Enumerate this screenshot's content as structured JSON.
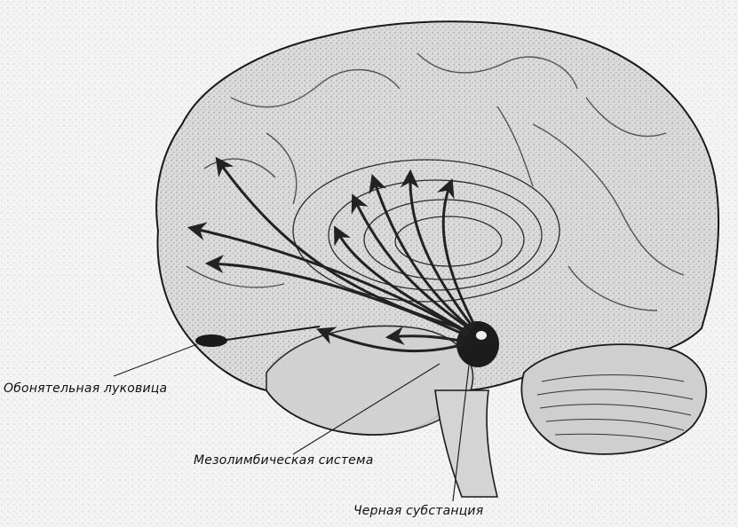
{
  "labels": {
    "olfactory_bulb": "Обонятельная луковица",
    "mesolimbic_system": "Мезолимбическая система",
    "substantia_nigra": "Черная субстанция"
  },
  "colors": {
    "background": "#f3f3f3",
    "brain_fill": "#d9d9d9",
    "outline": "#1a1a1a",
    "pathway": "#222222"
  }
}
